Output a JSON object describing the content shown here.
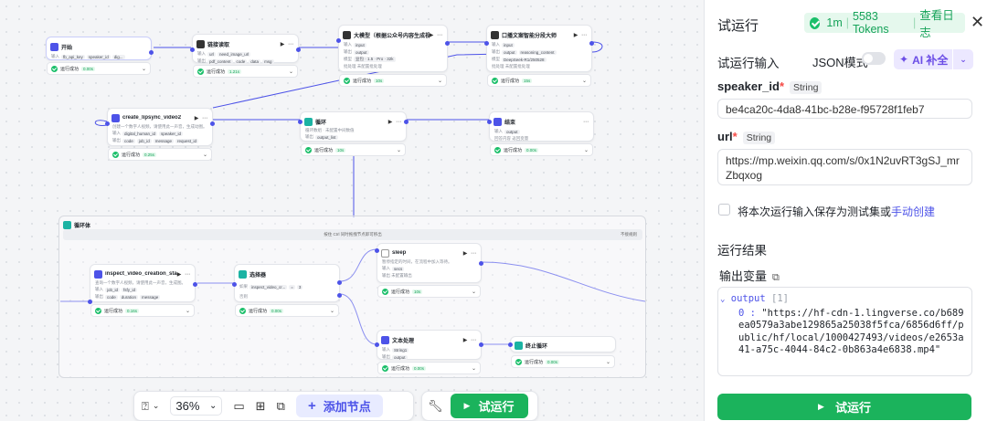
{
  "canvas": {
    "nodes": {
      "start": {
        "title": "开始",
        "row1_label": "输入",
        "row1_chips": [
          "fb_api_key",
          "speaker_id",
          "dig..."
        ],
        "status": "运行成功",
        "time": "0.00s"
      },
      "link_read": {
        "title": "链接读取",
        "row1_label": "输入",
        "row1_chips": [
          "url",
          "need_image_url"
        ],
        "row2_label": "输出",
        "row2_chips": [
          "pdf_content",
          "code",
          "data",
          "msg"
        ],
        "status": "运行成功",
        "time": "1.21s"
      },
      "llm": {
        "title": "大模型（根据公众号内容生成视频...",
        "row1_label": "输入",
        "row1_chips": [
          "input"
        ],
        "row2_label": "输出",
        "row2_chips": [
          "output"
        ],
        "row3_label": "模型",
        "row3_chips": [
          "豆包 · 1.5 · Pro · 32k"
        ],
        "row4_label": "批处理",
        "row4_text": "未配置批处理",
        "status": "运行成功",
        "time": "10s"
      },
      "copy_master": {
        "title": "口播文案智能分段大师",
        "row1_label": "输入",
        "row1_chips": [
          "input"
        ],
        "row2_label": "输出",
        "row2_chips": [
          "output",
          "reasoning_content"
        ],
        "row3_label": "模型",
        "row3_chips": [
          "DeepSeek-R1/250528"
        ],
        "row4_label": "批处理",
        "row4_text": "未配置批处理",
        "status": "运行成功",
        "time": "15s"
      },
      "create_video": {
        "title": "create_lipsync_video2",
        "desc": "创建一个数字人视频，请使用此一声音，生成动图。",
        "row1_label": "输入",
        "row1_chips": [
          "digital_human_id",
          "speaker_id"
        ],
        "row2_label": "输出",
        "row2_chips": [
          "code",
          "job_id",
          "message",
          "request_id"
        ],
        "status": "运行成功",
        "time": "0.25s"
      },
      "loop": {
        "title": "循环",
        "desc": "循环数组 · 未配置中间数值",
        "row2_label": "输出",
        "row2_chips": [
          "output_list"
        ],
        "status": "运行成功",
        "time": "10s"
      },
      "end": {
        "title": "结束",
        "row1_label": "输入",
        "row1_chips": [
          "output"
        ],
        "row2_label": "回答内容",
        "row2_text": "返回变量",
        "status": "运行成功",
        "time": "0.00s"
      },
      "inspect": {
        "title": "inspect_video_creation_sta...",
        "desc": "查询一个数字人视频，请使用此一声音，生成图。",
        "row1_label": "输入",
        "row1_chips": [
          "job_id",
          "fsfy_id"
        ],
        "row2_label": "输出",
        "row2_chips": [
          "code",
          "duration",
          "message"
        ],
        "status": "运行成功",
        "time": "0.16s"
      },
      "selector": {
        "title": "选择器",
        "row1_label": "如果",
        "row1_chips": [
          "inspect_video_cr...",
          "=",
          "3"
        ],
        "row2_label": "否则",
        "status": "运行成功",
        "time": "0.00s"
      },
      "sleep": {
        "title": "sleep",
        "desc": "暂停指定的时间，在流程中加入等待。",
        "row1_label": "输入",
        "row1_chips": [
          "secs"
        ],
        "row2_label": "输出",
        "row2_text": "未配置输出",
        "status": "运行成功",
        "time": "10s"
      },
      "text_proc": {
        "title": "文本处理",
        "row1_label": "输入",
        "row1_chips": [
          "String1"
        ],
        "row2_label": "输出",
        "row2_chips": [
          "output"
        ],
        "status": "运行成功",
        "time": "0.00s"
      },
      "stop_loop": {
        "title": "终止循环",
        "status": "运行成功",
        "time": "0.00s"
      }
    },
    "loop_body": {
      "title": "循环体",
      "hint": "按住 Ctrl 同时拖拽节点即可移出",
      "hint_right": "不接规则"
    }
  },
  "toolbar": {
    "zoom": "36%",
    "add_node": "添加节点",
    "run": "试运行"
  },
  "panel": {
    "title": "试运行",
    "status": {
      "time": "1m",
      "tokens": "5583 Tokens",
      "link": "查看日志"
    },
    "input_title": "试运行输入",
    "json_mode": "JSON模式",
    "ai_fill": "AI 补全",
    "fields": [
      {
        "name": "speaker_id",
        "type": "String",
        "value": "be4ca20c-4da8-41bc-b28e-f95728f1feb7"
      },
      {
        "name": "url",
        "type": "String",
        "value": "https://mp.weixin.qq.com/s/0x1N2uvRT3gSJ_mrZbqxog"
      }
    ],
    "save_text": "将本次运行输入保存为测试集或",
    "save_link": "手动创建",
    "result_title": "运行结果",
    "output_var_title": "输出变量",
    "output": {
      "key": "output",
      "count": "[1]",
      "index": "0 :",
      "value": "\"https://hf-cdn-1.lingverse.co/b689ea0579a3abe129865a25038f5fca/6856d6ff/public/hf/local/1000427493/videos/e2653a41-a75c-4044-84c2-0b863a4e6838.mp4\""
    },
    "run_button": "试运行"
  },
  "colors": {
    "accent": "#4d53e8",
    "success": "#1bb35c",
    "ai": "#6b4de6"
  },
  "icons": {
    "start": "play-flag-icon",
    "link": "link-icon",
    "llm": "brain-icon",
    "loop": "loop-icon"
  }
}
